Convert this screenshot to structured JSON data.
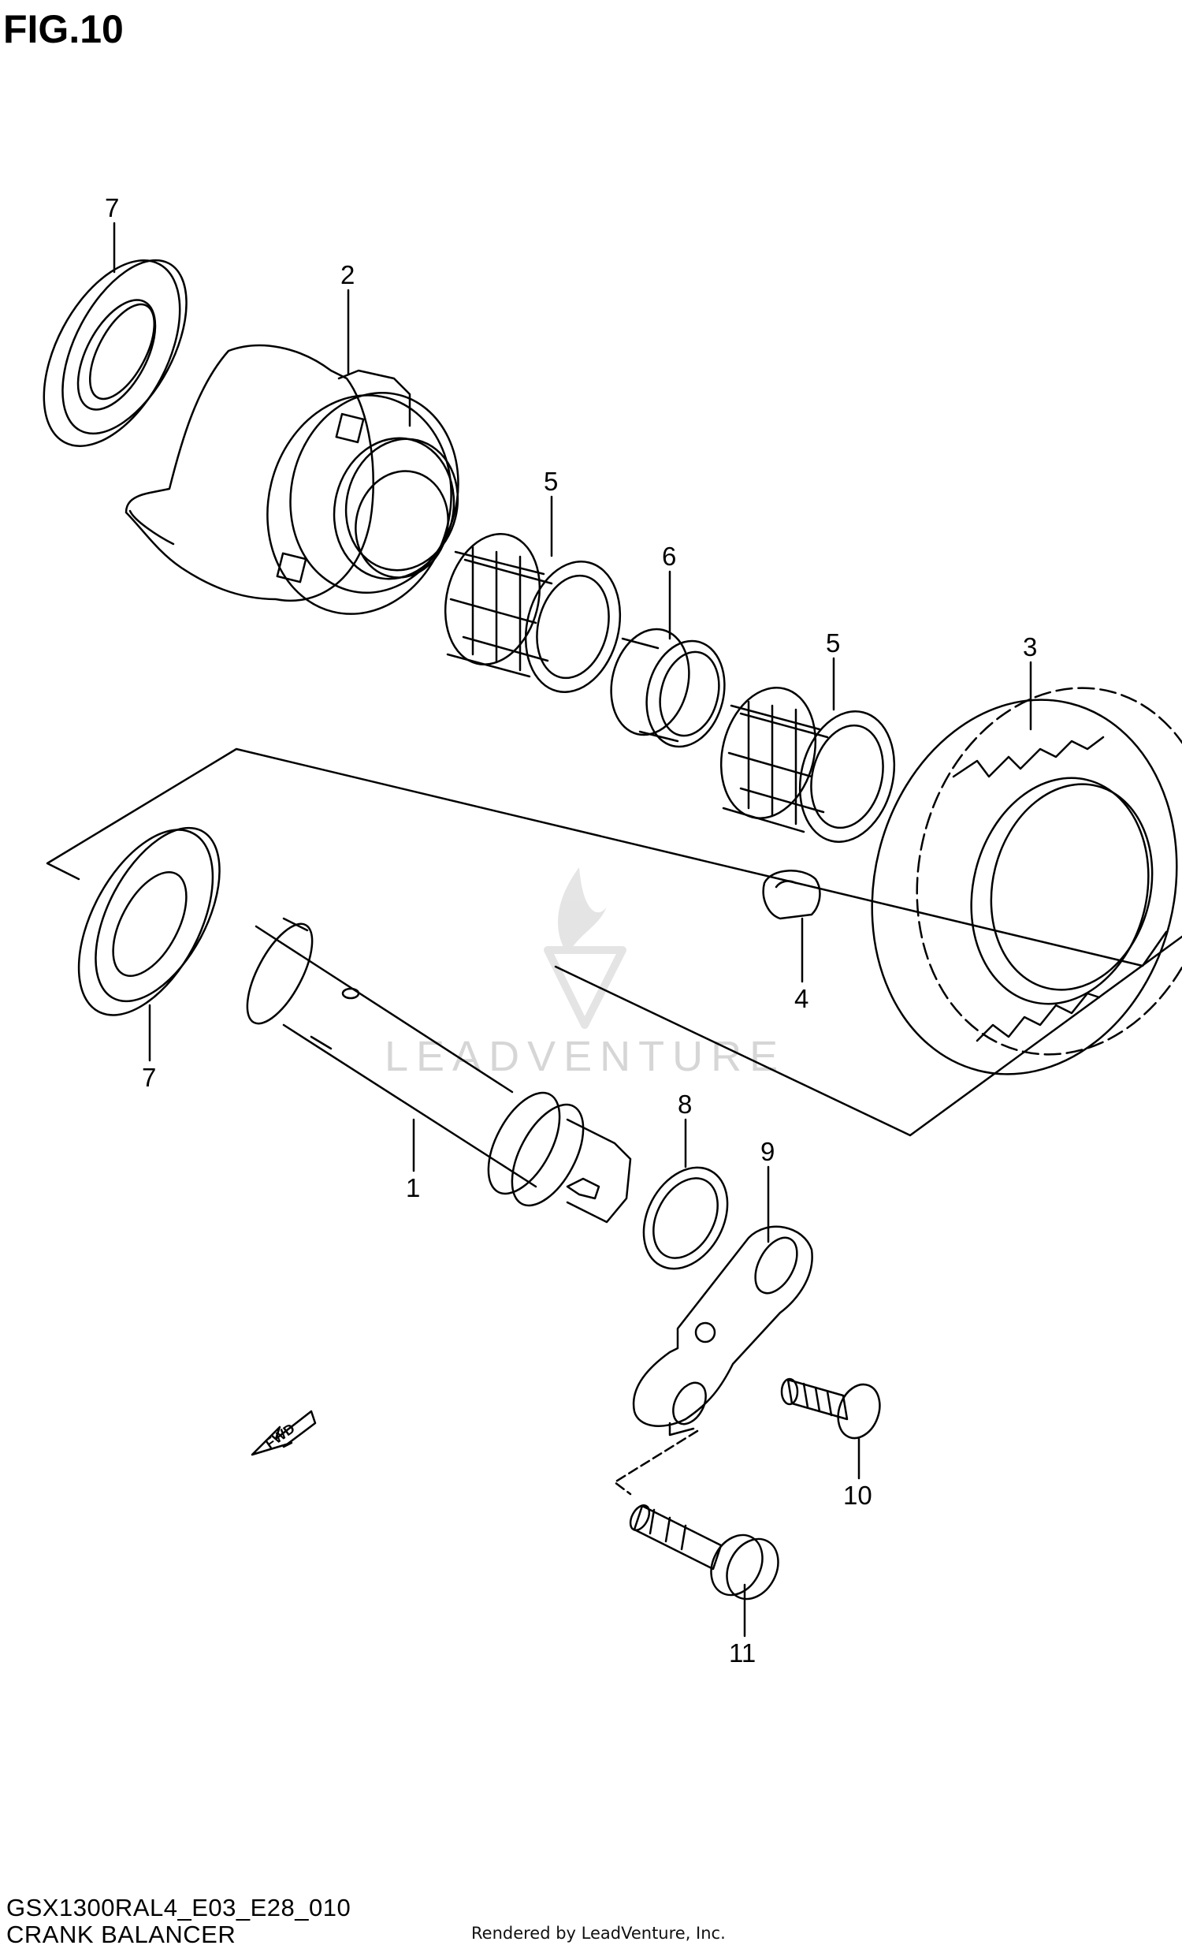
{
  "figure": {
    "title": "FIG.10",
    "model_code": "GSX1300RAL4_E03_E28_010",
    "caption": "CRANK BALANCER",
    "render_credit": "Rendered by LeadVenture, Inc.",
    "watermark": "LEADVENTURE",
    "fwd_label": "FWD"
  },
  "callouts": [
    {
      "id": "1",
      "label": "1"
    },
    {
      "id": "2",
      "label": "2"
    },
    {
      "id": "3",
      "label": "3"
    },
    {
      "id": "4",
      "label": "4"
    },
    {
      "id": "5a",
      "label": "5"
    },
    {
      "id": "5b",
      "label": "5"
    },
    {
      "id": "6",
      "label": "6"
    },
    {
      "id": "7a",
      "label": "7"
    },
    {
      "id": "7b",
      "label": "7"
    },
    {
      "id": "8",
      "label": "8"
    },
    {
      "id": "9",
      "label": "9"
    },
    {
      "id": "10",
      "label": "10"
    },
    {
      "id": "11",
      "label": "11"
    }
  ],
  "colors": {
    "line": "#000000",
    "watermark": "#d2d2d2",
    "background": "#ffffff"
  }
}
